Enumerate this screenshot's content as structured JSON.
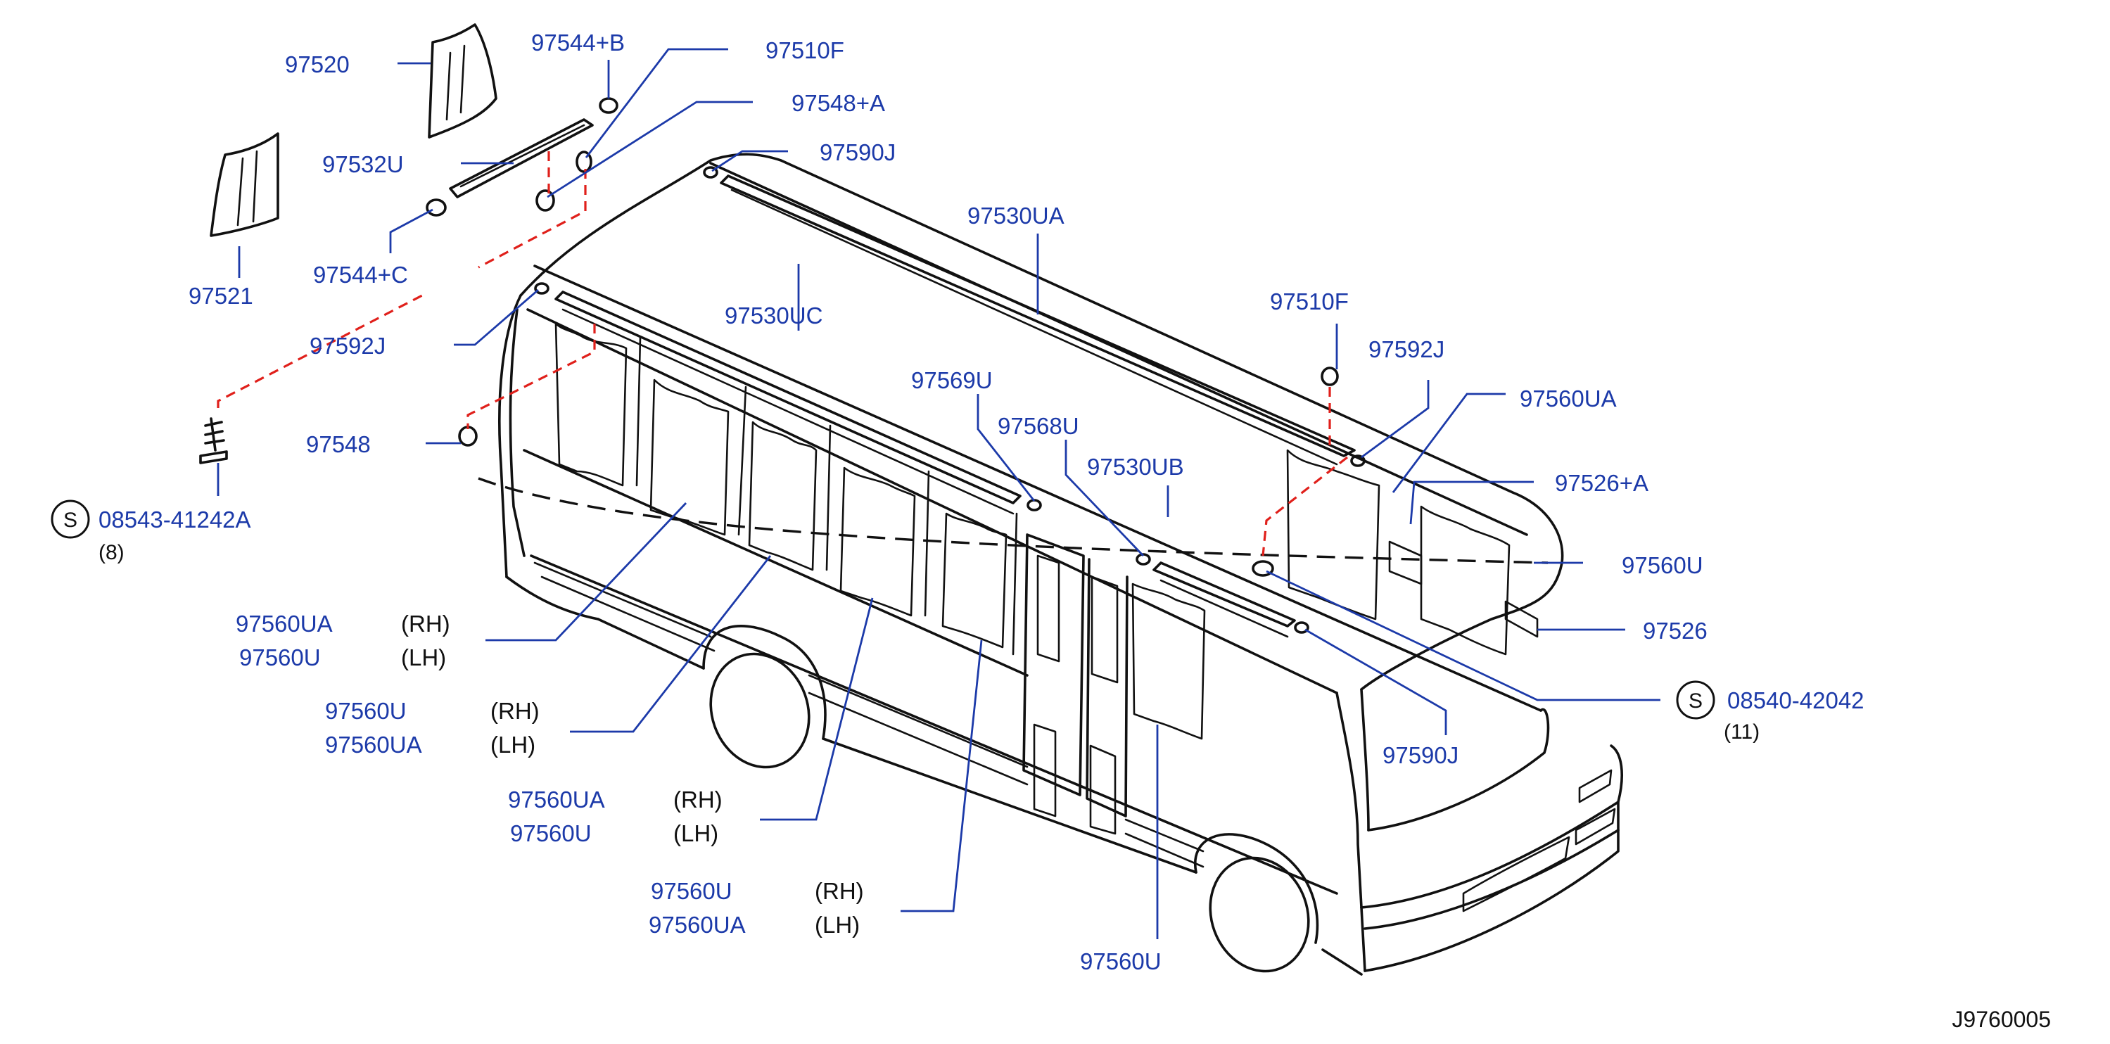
{
  "diagram_ref": "J9760005",
  "callouts": {
    "p97520": "97520",
    "p97521": "97521",
    "p97544b": "97544+B",
    "p97510f_top": "97510F",
    "p97548a": "97548+A",
    "p97532u": "97532U",
    "p97590j_top": "97590J",
    "p97544c": "97544+C",
    "p97530ua": "97530UA",
    "p97592j_left": "97592J",
    "p97530uc": "97530UC",
    "p97548": "97548",
    "p97569u": "97569U",
    "p97568u": "97568U",
    "p97530ub": "97530UB",
    "p97510f_right": "97510F",
    "p97592j_right": "97592J",
    "p97560ua_top": "97560UA",
    "p97526a": "97526+A",
    "p97560u_right": "97560U",
    "p97526": "97526",
    "p97590j_bottom": "97590J",
    "p97560u_bottom": "97560U"
  },
  "screws": {
    "left": {
      "symbol": "S",
      "number": "08543-41242A",
      "qty": "(8)"
    },
    "right": {
      "symbol": "S",
      "number": "08540-42042",
      "qty": "(11)"
    }
  },
  "side_groups": [
    {
      "rh_part": "97560UA",
      "rh": "(RH)",
      "lh_part": "97560U",
      "lh": "(LH)"
    },
    {
      "rh_part": "97560U",
      "rh": "(RH)",
      "lh_part": "97560UA",
      "lh": "(LH)"
    },
    {
      "rh_part": "97560UA",
      "rh": "(RH)",
      "lh_part": "97560U",
      "lh": "(LH)"
    },
    {
      "rh_part": "97560U",
      "rh": "(RH)",
      "lh_part": "97560UA",
      "lh": "(LH)"
    }
  ],
  "colors": {
    "callout": "#1c3aa9",
    "dashed_guide": "#e0201b",
    "line": "#111111"
  }
}
